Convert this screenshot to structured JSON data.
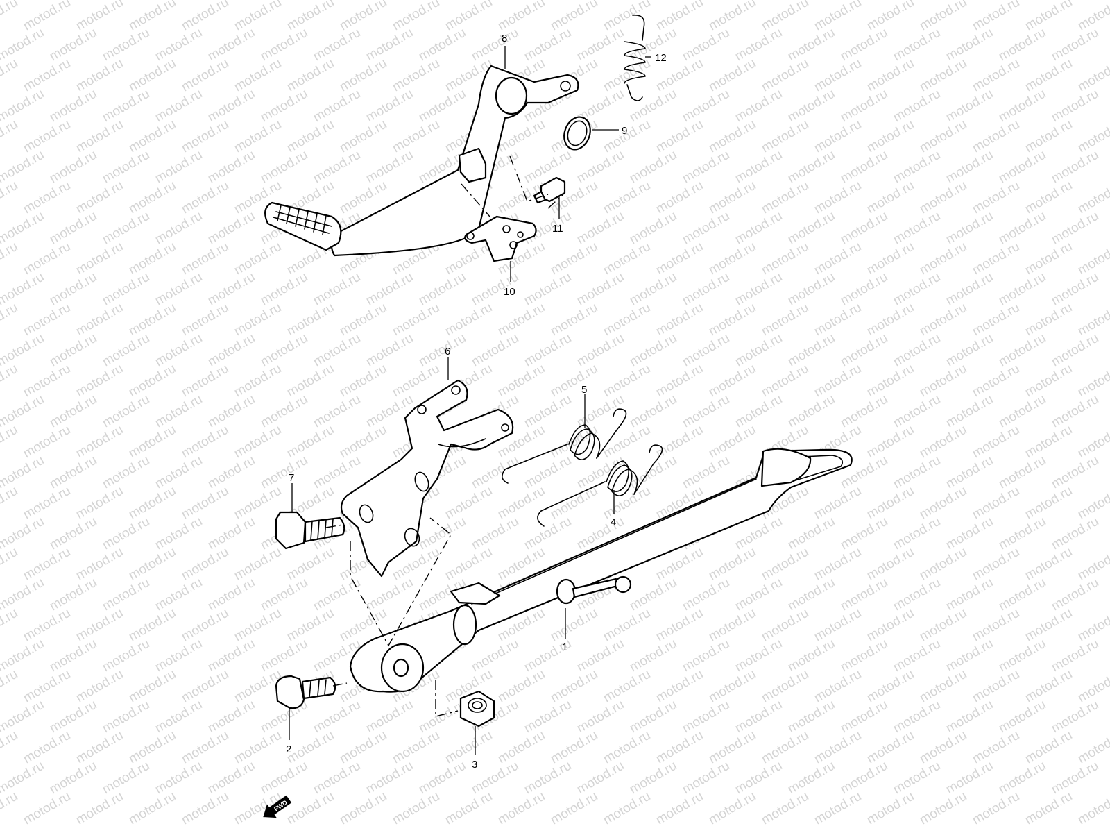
{
  "watermark": "motod.ru",
  "direction_badge": "FWD",
  "callouts": [
    {
      "id": "1",
      "name": "callout-1"
    },
    {
      "id": "2",
      "name": "callout-2"
    },
    {
      "id": "3",
      "name": "callout-3"
    },
    {
      "id": "4",
      "name": "callout-4"
    },
    {
      "id": "5",
      "name": "callout-5"
    },
    {
      "id": "6",
      "name": "callout-6"
    },
    {
      "id": "7",
      "name": "callout-7"
    },
    {
      "id": "8",
      "name": "callout-8"
    },
    {
      "id": "9",
      "name": "callout-9"
    },
    {
      "id": "10",
      "name": "callout-10"
    },
    {
      "id": "11",
      "name": "callout-11"
    },
    {
      "id": "12",
      "name": "callout-12"
    }
  ]
}
